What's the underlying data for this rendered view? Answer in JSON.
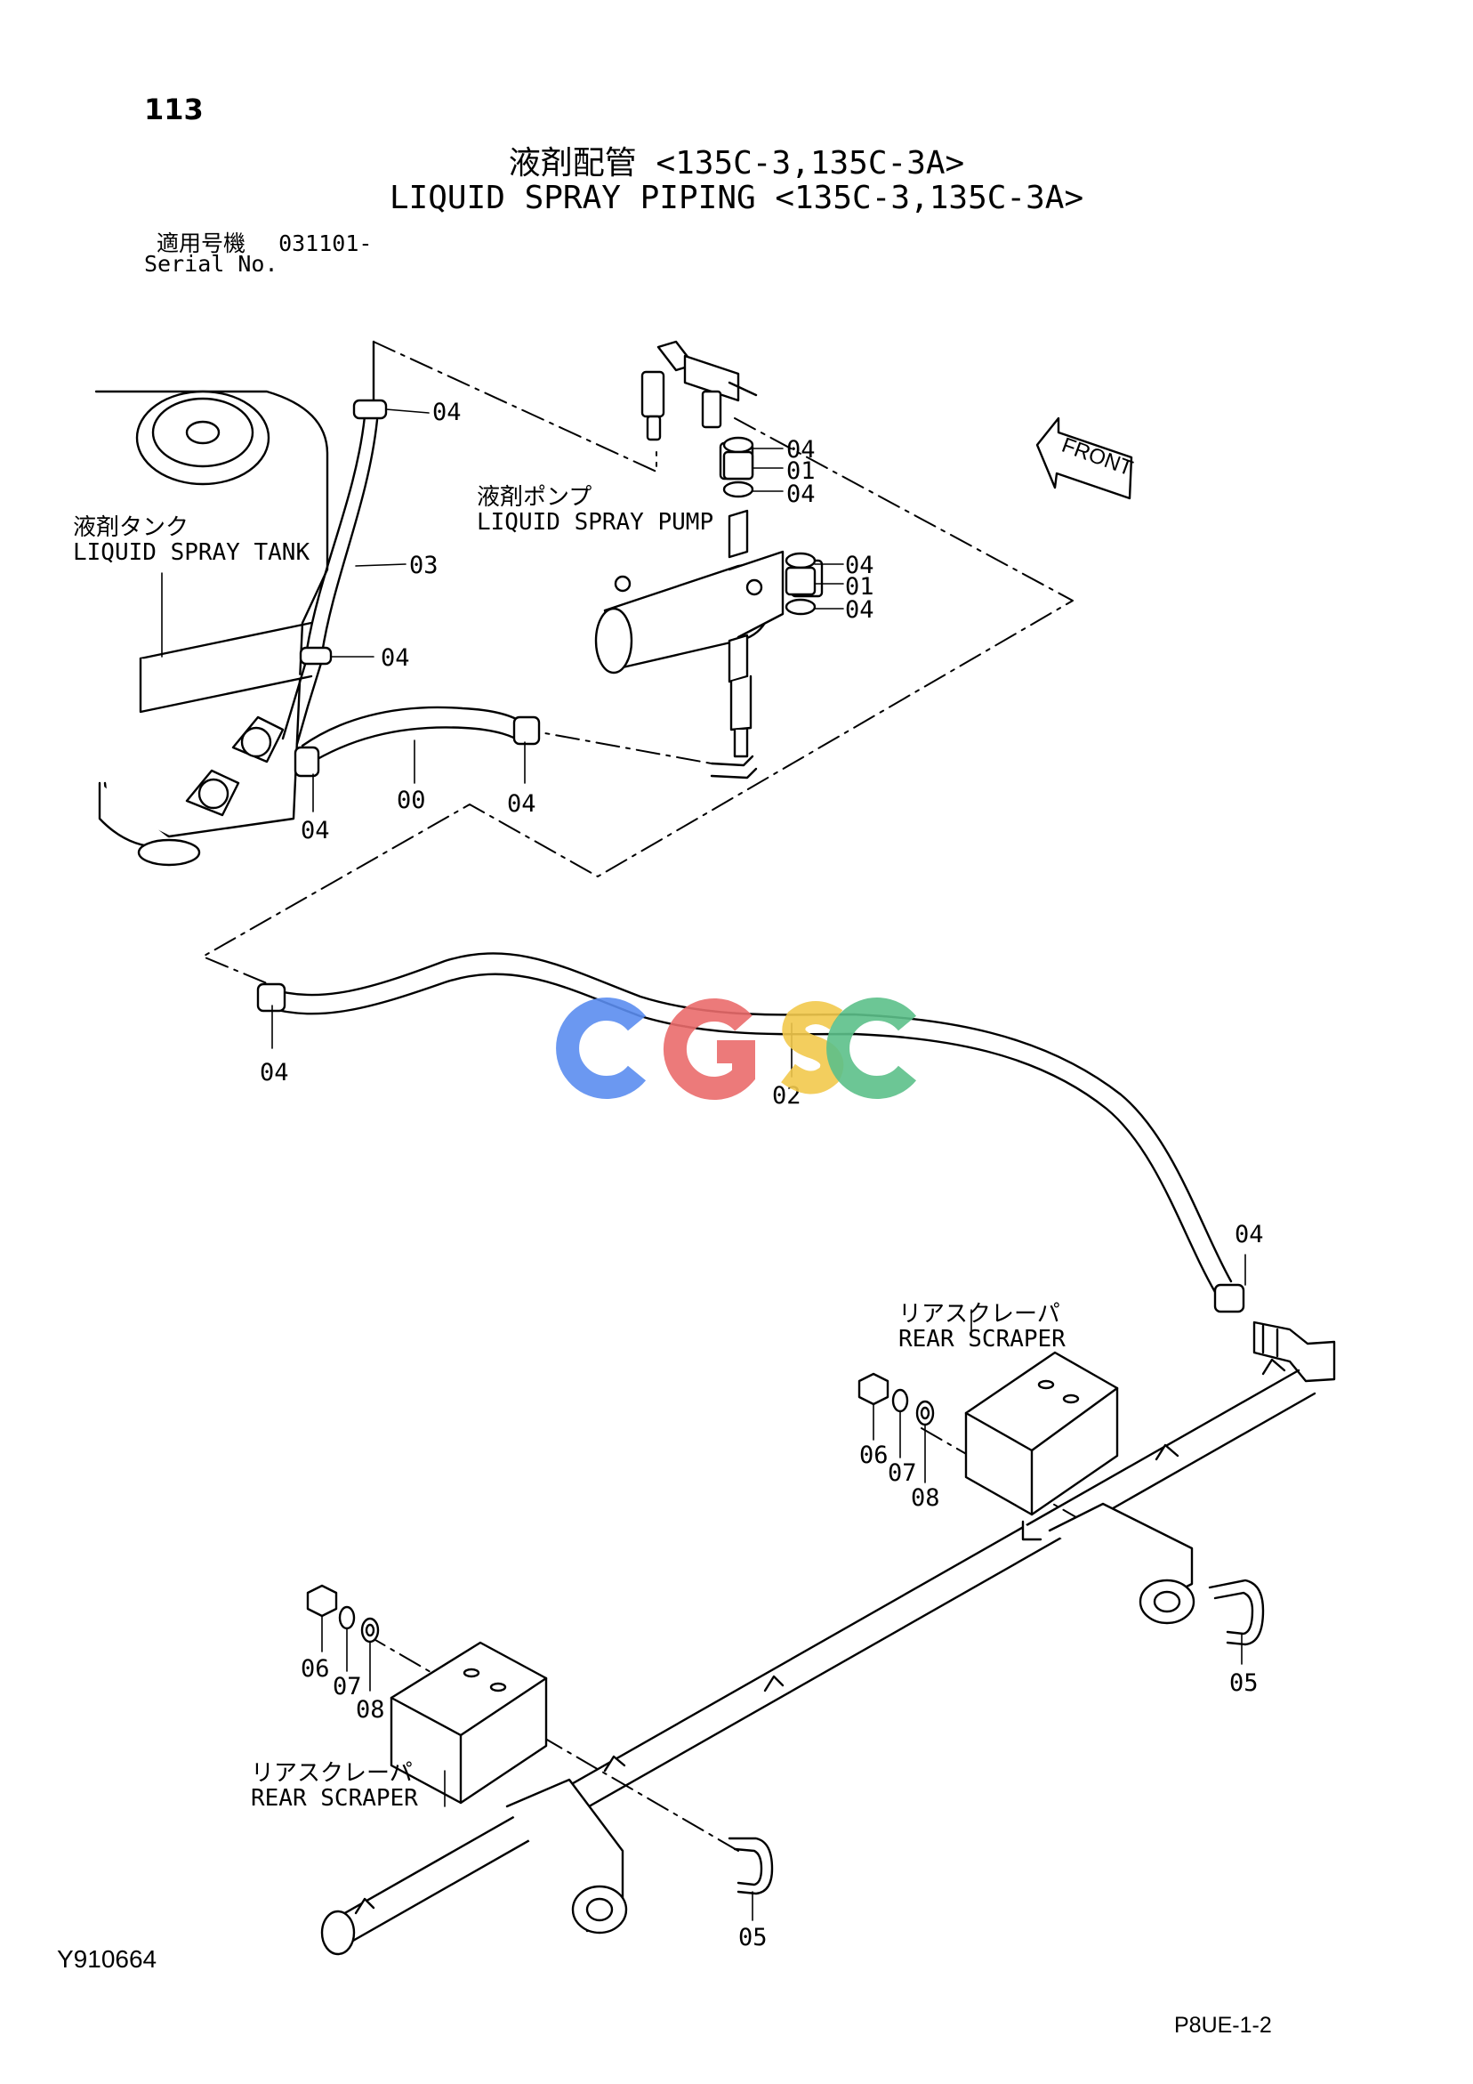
{
  "page_number": "113",
  "title_jp": "液剤配管 <135C-3,135C-3A>",
  "title_en": "LIQUID SPRAY PIPING <135C-3,135C-3A>",
  "serial_label_jp": "適用号機",
  "serial_value": "031101-",
  "serial_label_en": "Serial No.",
  "labels": {
    "tank_jp": "液剤タンク",
    "tank_en": "LIQUID SPRAY TANK",
    "pump_jp": "液剤ポンプ",
    "pump_en": "LIQUID SPRAY PUMP",
    "scraper_jp": "リアスクレーパ",
    "scraper_en": "REAR SCRAPER",
    "front": "FRONT"
  },
  "callouts": {
    "c04": "04",
    "c03": "03",
    "c01": "01",
    "c00": "00",
    "c02": "02",
    "c05": "05",
    "c06": "06",
    "c07": "07",
    "c08": "08"
  },
  "watermark": {
    "letters": [
      "C",
      "G",
      "S",
      "C"
    ],
    "colors": [
      "#5b8def",
      "#ea6b6b",
      "#f2c94c",
      "#5cc08a"
    ]
  },
  "doc_id": "Y910664",
  "page_ref": "P8UE-1-2"
}
